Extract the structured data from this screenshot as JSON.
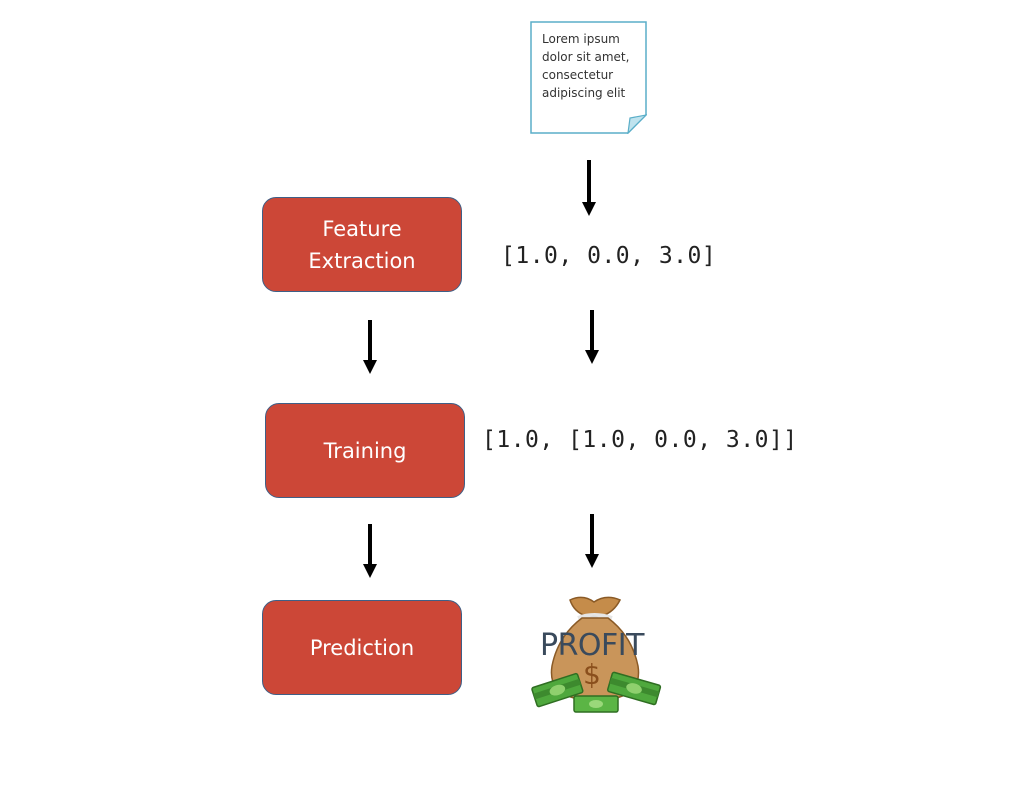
{
  "document": {
    "lines": [
      "Lorem ipsum",
      "dolor sit amet,",
      "consectetur",
      "adipiscing elit"
    ],
    "icon": "document-icon",
    "border_color": "#5aaec8"
  },
  "steps": [
    {
      "id": "feature-extraction",
      "lines": [
        "Feature",
        "Extraction"
      ]
    },
    {
      "id": "training",
      "lines": [
        "Training"
      ]
    },
    {
      "id": "prediction",
      "lines": [
        "Prediction"
      ]
    }
  ],
  "vectors": {
    "features": "[1.0, 0.0, 3.0]",
    "training_example": "[1.0, [1.0, 0.0, 3.0]]"
  },
  "result": {
    "label": "PROFIT",
    "icon": "money-bag-icon",
    "symbol": "$"
  },
  "colors": {
    "step_fill": "#cc4737",
    "step_border": "#3f5f86",
    "arrow": "#000000"
  }
}
